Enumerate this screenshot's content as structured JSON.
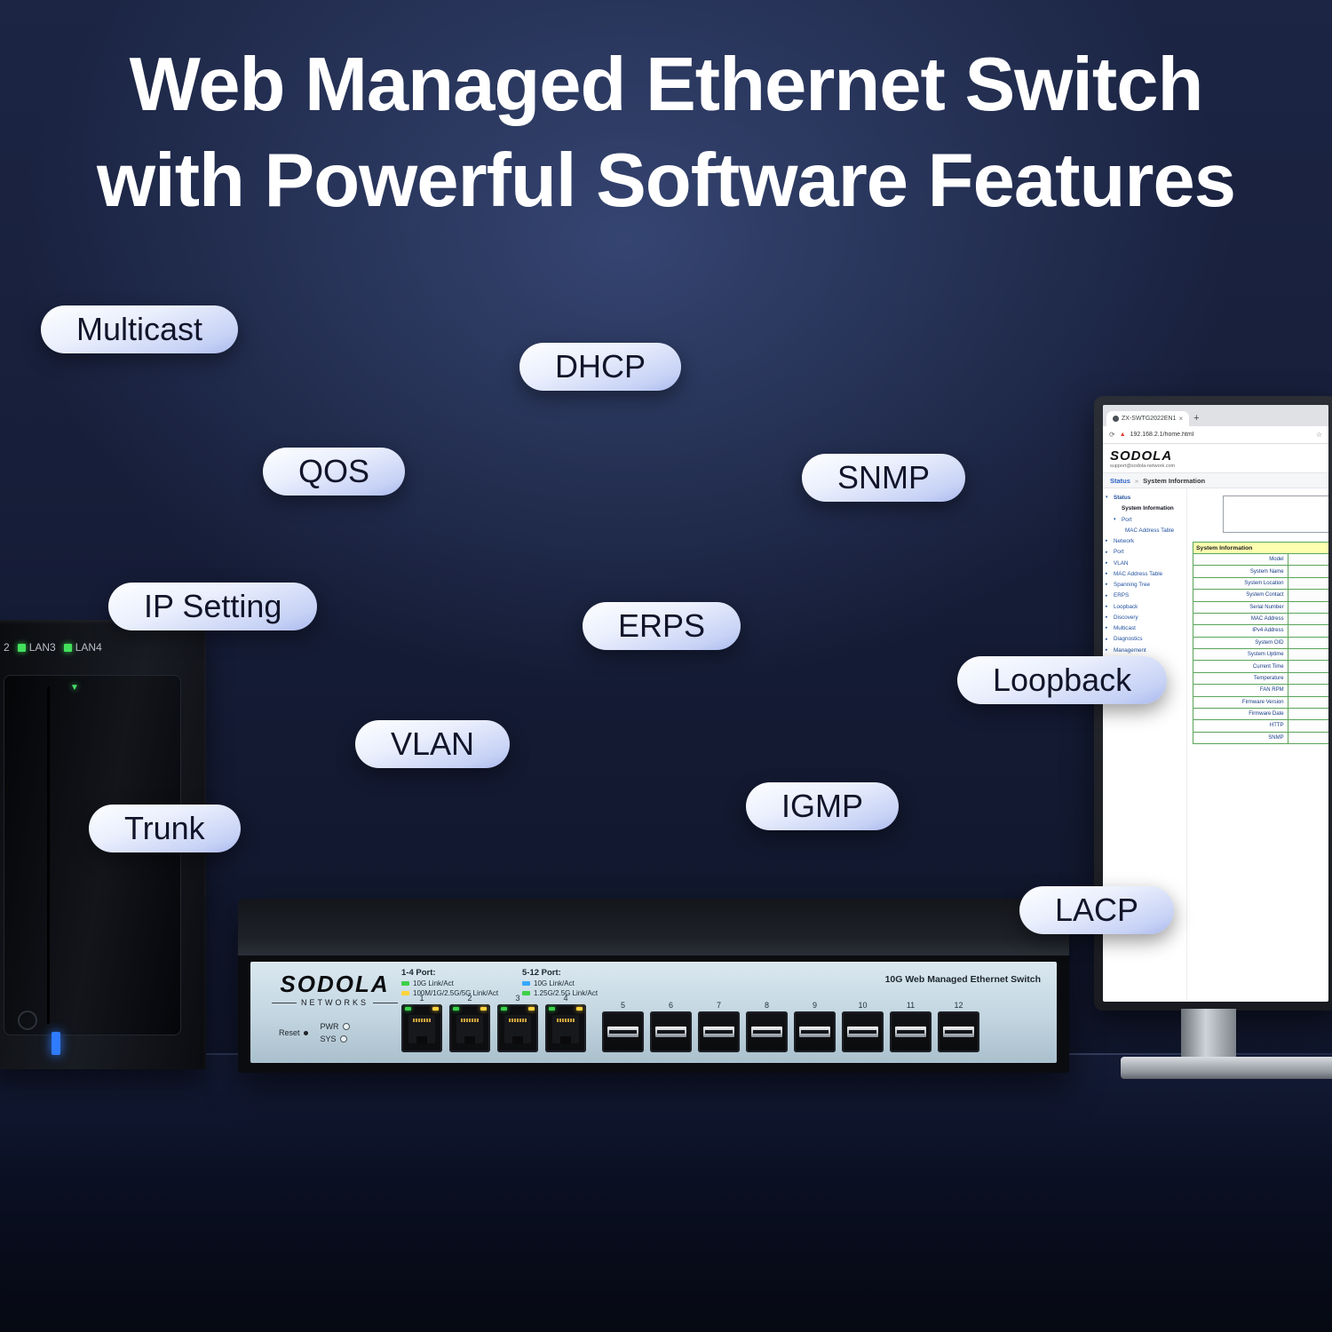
{
  "title": {
    "line1": "Web Managed Ethernet Switch",
    "line2": "with Powerful Software Features"
  },
  "features": {
    "multicast": "Multicast",
    "dhcp": "DHCP",
    "qos": "QOS",
    "snmp": "SNMP",
    "ip_setting": "IP Setting",
    "erps": "ERPS",
    "loopback": "Loopback",
    "vlan": "VLAN",
    "igmp": "IGMP",
    "trunk": "Trunk",
    "lacp": "LACP"
  },
  "icons": {
    "reload": "⟳",
    "warning": "▲",
    "star": "☆",
    "close": "×",
    "new_tab": "+",
    "drive_activity": "▼"
  },
  "nas": {
    "led_labels": [
      "2",
      "LAN3",
      "LAN4"
    ]
  },
  "switch": {
    "brand": "SODOLA",
    "brand_sub": "NETWORKS",
    "reset_label": "Reset",
    "pwr_label": "PWR",
    "sys_label": "SYS",
    "legend1": {
      "title": "1-4 Port:",
      "items": [
        {
          "color": "#3ed049",
          "label": "10G Link/Act"
        },
        {
          "color": "#ffd43a",
          "label": "100M/1G/2.5G/5G Link/Act"
        }
      ]
    },
    "legend2": {
      "title": "5-12 Port:",
      "items": [
        {
          "color": "#35a8ff",
          "label": "10G Link/Act"
        },
        {
          "color": "#3ed049",
          "label": "1.25G/2.5G Link/Act"
        }
      ]
    },
    "model_label": "10G Web Managed Ethernet Switch",
    "rj45_ports": [
      "1",
      "2",
      "3",
      "4"
    ],
    "sfp_ports": [
      "5",
      "6",
      "7",
      "8",
      "9",
      "10",
      "11",
      "12"
    ]
  },
  "laptop": {
    "tab_title": "ZX-SWTG2022EN1",
    "url": "192.168.2.1/home.html",
    "brand": "SODOLA",
    "brand_sub": "support@sodola-network.com",
    "breadcrumb": {
      "first": "Status",
      "sep": "»",
      "second": "System Information"
    },
    "sidebar": [
      {
        "arrow": "▾",
        "label": "Status"
      },
      {
        "arrow": "",
        "label": "System Information"
      },
      {
        "arrow": "▾",
        "label": "Port"
      },
      {
        "arrow": "",
        "label": "MAC Address Table"
      },
      {
        "arrow": "▸",
        "label": "Network"
      },
      {
        "arrow": "▸",
        "label": "Port"
      },
      {
        "arrow": "▸",
        "label": "VLAN"
      },
      {
        "arrow": "▸",
        "label": "MAC Address Table"
      },
      {
        "arrow": "▸",
        "label": "Spanning Tree"
      },
      {
        "arrow": "▸",
        "label": "ERPS"
      },
      {
        "arrow": "▸",
        "label": "Loopback"
      },
      {
        "arrow": "▸",
        "label": "Discovery"
      },
      {
        "arrow": "▸",
        "label": "Multicast"
      },
      {
        "arrow": "▸",
        "label": "Diagnostics"
      },
      {
        "arrow": "▸",
        "label": "Management"
      }
    ],
    "table": {
      "header": "System Information",
      "rows": [
        "Model",
        "System Name",
        "System Location",
        "System Contact",
        "Serial Number",
        "MAC Address",
        "IPv4 Address",
        "System OID",
        "System Uptime",
        "Current Time",
        "Temperature",
        "FAN RPM",
        "Firmware Version",
        "Firmware Date",
        "HTTP",
        "SNMP"
      ]
    }
  }
}
